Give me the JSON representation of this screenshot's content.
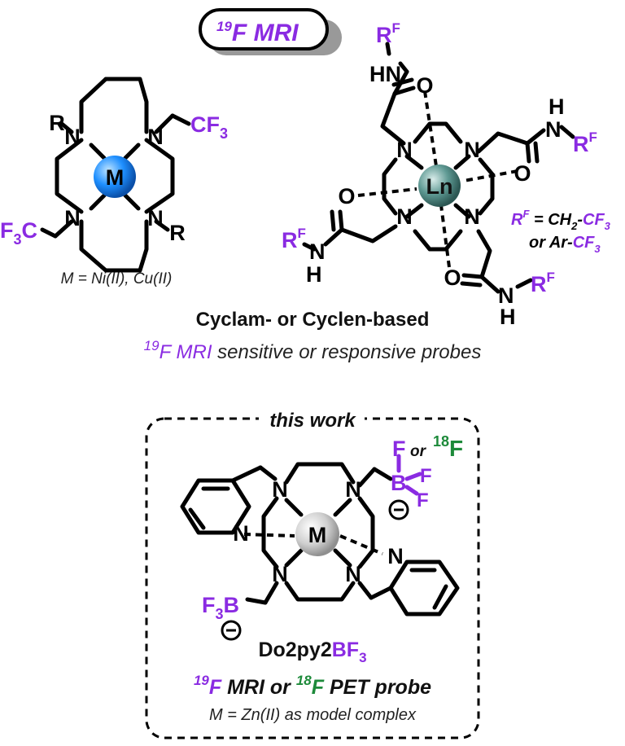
{
  "badge": {
    "sup": "19",
    "text": "F MRI"
  },
  "left_complex": {
    "metal": "M",
    "substituent_R": "R",
    "cf3_main": "CF",
    "cf3_sub": "3",
    "f3c_main": "F",
    "f3c_sub": "3",
    "f3c_tail": "C",
    "metal_caption": "M = Ni(II), Cu(II)"
  },
  "right_complex": {
    "metal": "Ln",
    "rf_r": "R",
    "rf_f": "F",
    "legend_line1_main": "R",
    "legend_line1_sup": "F",
    "legend_line1_rest": " = CH",
    "legend_line1_sub2": "2",
    "legend_line1_dash": "-",
    "legend_line1_cf": "CF",
    "legend_line1_sub3": "3",
    "legend_line2_pre": "or Ar-",
    "legend_line2_cf": "CF",
    "legend_line2_sub3": "3"
  },
  "heading": {
    "line1": "Cyclam- or Cyclen-based",
    "line2_sup": "19",
    "line2_f": "F MRI",
    "line2_rest": " sensitive or responsive probes"
  },
  "this_work": {
    "label": "this work",
    "metal": "M",
    "top_f": "F",
    "top_or": "or",
    "top_18": "18",
    "top_18f": "F",
    "boron": "B",
    "f_small": "F",
    "bottom_f3b_main": "F",
    "bottom_f3b_sub": "3",
    "bottom_f3b_b": "B",
    "name_main": "Do2py2",
    "name_bf": "BF",
    "name_sub": "3",
    "probe_sup19": "19",
    "probe_f1": "F",
    "probe_mid": " MRI or ",
    "probe_sup18": "18",
    "probe_f2": "F",
    "probe_end": " PET probe",
    "model_caption": "M = Zn(II) as model complex"
  },
  "colors": {
    "purple": "#8a2be2",
    "green": "#1d8a3a",
    "metal_blue": "#1e90ff",
    "metal_teal": "#3f7f7a",
    "metal_grey": "#bdbdbd"
  }
}
